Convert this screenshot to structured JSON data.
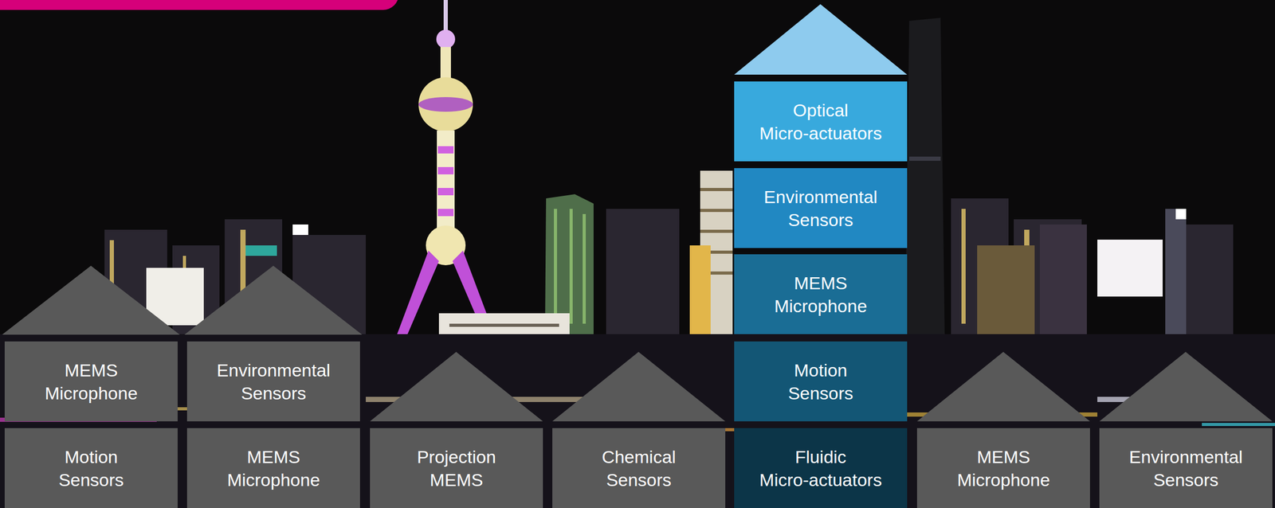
{
  "diagram": {
    "nodes": [
      {
        "text": [
          "MEMS Microphone"
        ]
      },
      {
        "text": [
          "Motion Sensors"
        ]
      },
      {
        "text": [
          "Environmental Sensors"
        ]
      },
      {
        "text": [
          "MEMS Microphone"
        ]
      },
      {
        "text": [
          "Projection MEMS"
        ]
      },
      {
        "text": [
          "Chemical Sensors"
        ]
      },
      {
        "text": [
          "Optical Micro-actuators"
        ]
      },
      {
        "text": [
          "Environmental Sensors"
        ]
      },
      {
        "text": [
          "MEMS Microphone"
        ]
      },
      {
        "text": [
          "Motion Sensors"
        ]
      },
      {
        "text": [
          "Fluidic Micro-actuators"
        ]
      },
      {
        "text": [
          "MEMS Microphone"
        ]
      },
      {
        "text": [
          "Environmental Sensors"
        ]
      }
    ]
  }
}
